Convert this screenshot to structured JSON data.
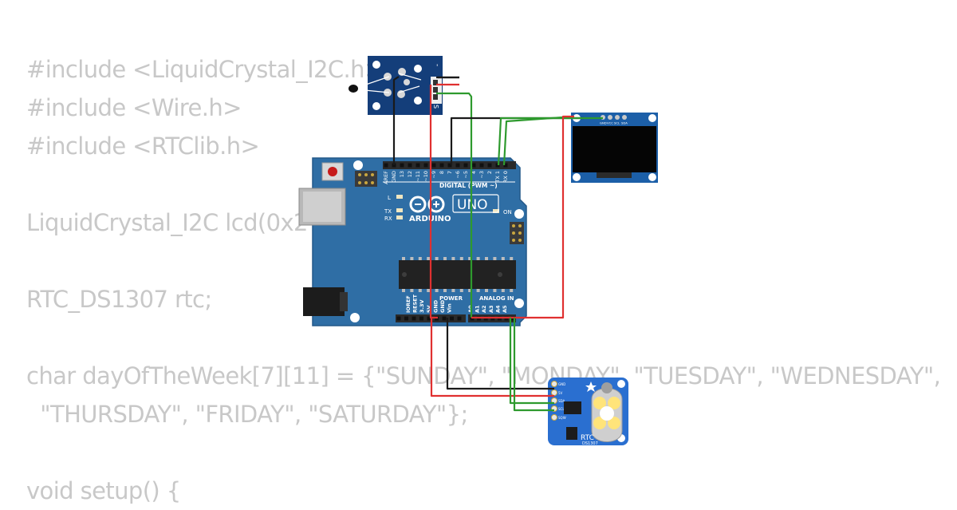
{
  "code_lines": [
    "#include <LiquidCrystal_I2C.h>",
    "#include <Wire.h>",
    "#include <RTClib.h>",
    "",
    "LiquidCrystal_I2C lcd(0x27, 16, 2);",
    "",
    "RTC_DS1307 rtc;",
    "",
    "char dayOfTheWeek[7][11] = {\"SUNDAY\", \"MONDAY\", \"TUESDAY\", \"WEDNESDAY\",",
    "  \"THURSDAY\", \"FRIDAY\", \"SATURDAY\"};",
    "",
    "void setup() {"
  ],
  "arduino": {
    "brand": "ARDUINO",
    "model": "UNO",
    "digital_label": "DIGITAL (PWM ~)",
    "power_label": "POWER",
    "analog_label": "ANALOG IN",
    "on_label": "ON",
    "l_label": "L",
    "tx_label": "TX",
    "rx_label": "RX",
    "digital_pins": [
      "AREF",
      "GND",
      "13",
      "12",
      "~11",
      "~10",
      "~9",
      "8",
      "7",
      "~6",
      "~5",
      "4",
      "~3",
      "2",
      "TX 1",
      "RX 0"
    ],
    "power_pins": [
      "IOREF",
      "RESET",
      "3.3V",
      "5V",
      "GND",
      "GND",
      "Vin"
    ],
    "analog_pins": [
      "A0",
      "A1",
      "A2",
      "A3",
      "A4",
      "A5"
    ]
  },
  "oled": {
    "pins": [
      "GND",
      "VCC",
      "SCL",
      "SDA"
    ]
  },
  "rtc": {
    "label": "RTC",
    "chip": "DS1307",
    "pins": [
      "GND",
      "5V",
      "SDA",
      "SCL",
      "SQW"
    ]
  },
  "sensor": {
    "pins": [
      "-",
      "",
      "S"
    ]
  },
  "colors": {
    "board": "#2f6ea5",
    "board_dark": "#1f4f7a",
    "oled_board": "#1c5fa8",
    "rtc_board": "#2a6fd0",
    "sensor_board": "#143e7a",
    "wire_red": "#e03030",
    "wire_green": "#2e9a2e",
    "wire_black": "#1a1a1a",
    "code_text": "#c8c8c8"
  }
}
